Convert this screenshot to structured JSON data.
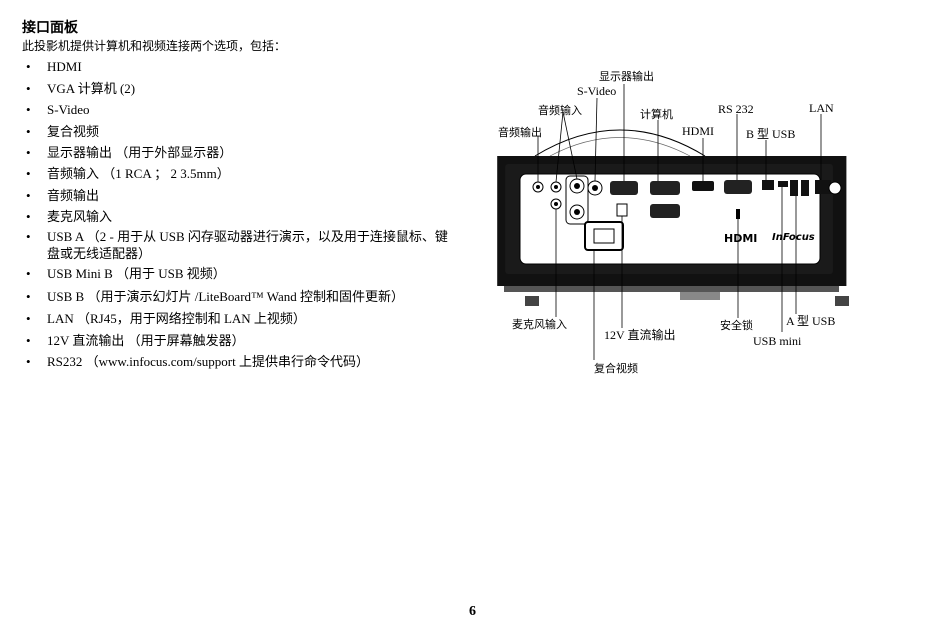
{
  "page": {
    "title": "接口面板",
    "intro": "此投影机提供计算机和视频连接两个选项，包括：",
    "page_number": "6"
  },
  "ports": [
    "HDMI",
    "VGA 计算机 (2)",
    "S-Video",
    "复合视频",
    "显示器输出 （用于外部显示器）",
    "音频输入 （1 RCA ； 2 3.5mm）",
    "音频输出",
    "麦克风输入",
    "USB A （2 - 用于从 USB 闪存驱动器进行演示，以及用于连接鼠标、键盘或无线适配器）",
    "USB Mini B （用于 USB 视频）",
    "USB B （用于演示幻灯片 /LiteBoard™ Wand 控制和固件更新）",
    "LAN （RJ45，用于网络控制和 LAN 上视频）",
    "12V 直流输出 （用于屏幕触发器）",
    "RS232 （www.infocus.com/support 上提供串行命令代码）"
  ],
  "bullet": "•",
  "figure": {
    "labels": {
      "monitor_out": "显示器输出",
      "s_video": "S-Video",
      "audio_in": "音频输入",
      "computer": "计算机",
      "rs232": "RS 232",
      "lan": "LAN",
      "audio_out": "音频输出",
      "hdmi": "HDMI",
      "usb_b": "B 型 USB",
      "mic_in": "麦克风输入",
      "dc_out": "12V 直流输出",
      "security_lock": "安全锁",
      "usb_a": "A 型 USB",
      "usb_mini": "USB mini",
      "composite": "复合视频"
    },
    "logos": {
      "hdmi_logo": "HDMI",
      "infocus_logo": "InFocus"
    }
  }
}
